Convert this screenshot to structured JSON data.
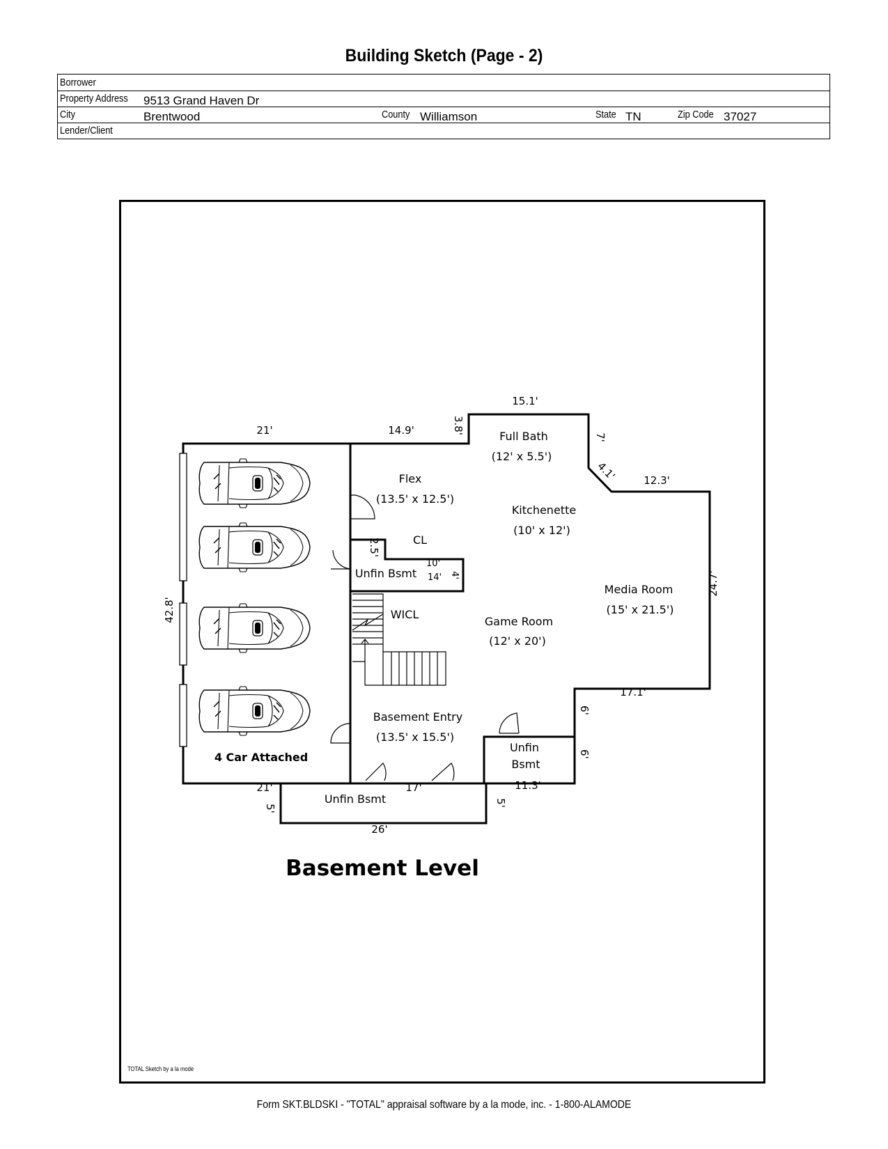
{
  "header": {
    "title": "Building Sketch (Page - 2)"
  },
  "info": {
    "borrower_label": "Borrower",
    "borrower": "",
    "address_label": "Property Address",
    "address": "9513 Grand Haven Dr",
    "city_label": "City",
    "city": "Brentwood",
    "county_label": "County",
    "county": "Williamson",
    "state_label": "State",
    "state": "TN",
    "zip_label": "Zip Code",
    "zip": "37027",
    "lender_label": "Lender/Client",
    "lender": ""
  },
  "sketch": {
    "level_title": "Basement Level",
    "credit": "TOTAL Sketch by a la mode",
    "rooms": {
      "garage": "4 Car Attached",
      "flex": "Flex",
      "flex_dim": "(13.5' x 12.5')",
      "full_bath": "Full Bath",
      "full_bath_dim": "(12' x 5.5')",
      "kitchenette": "Kitchenette",
      "kitchenette_dim": "(10' x 12')",
      "cl": "CL",
      "unfin_bsmt_1": "Unfin Bsmt",
      "wicl": "WICL",
      "game_room": "Game Room",
      "game_room_dim": "(12' x 20')",
      "media_room": "Media Room",
      "media_room_dim": "(15' x 21.5')",
      "basement_entry": "Basement Entry",
      "basement_entry_dim": "(13.5' x 15.5')",
      "unfin_2_line1": "Unfin",
      "unfin_2_line2": "Bsmt",
      "unfin_bsmt_3": "Unfin Bsmt"
    },
    "dimensions": {
      "d_21_top": "21'",
      "d_14_9": "14.9'",
      "d_3_8": "3.8'",
      "d_15_1": "15.1'",
      "d_7": "7'",
      "d_4_1": "4.1'",
      "d_12_3": "12.3'",
      "d_24_7": "24.7'",
      "d_17_1": "17.1'",
      "d_6_a": "6'",
      "d_6_b": "6'",
      "d_11_3": "11.3'",
      "d_5_right": "5'",
      "d_26": "26'",
      "d_5_left": "5'",
      "d_21_bottom": "21'",
      "d_17": "17'",
      "d_42_8": "42.8'",
      "d_2_5": "2.5'",
      "d_10": "10'",
      "d_14": "14'",
      "d_4": "4'"
    }
  },
  "footer": {
    "text": "Form SKT.BLDSKI - \"TOTAL\" appraisal software by a la mode, inc. - 1-800-ALAMODE"
  }
}
